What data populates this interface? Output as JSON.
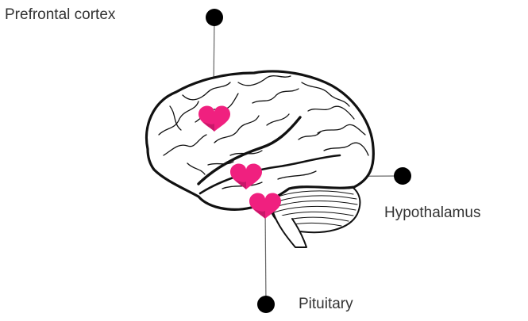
{
  "labels": {
    "prefrontal_cortex": "Prefrontal cortex",
    "hypothalamus": "Hypothalamus",
    "pituitary": "Pituitary"
  },
  "colors": {
    "heart": "#f0207f",
    "heart_shade": "#c8186a",
    "outline": "#111111",
    "leader": "#666666",
    "marker": "#000000",
    "label_text": "#333333"
  },
  "icons": {
    "markers": "filled-circle",
    "hearts": "heart",
    "organ": "brain"
  }
}
